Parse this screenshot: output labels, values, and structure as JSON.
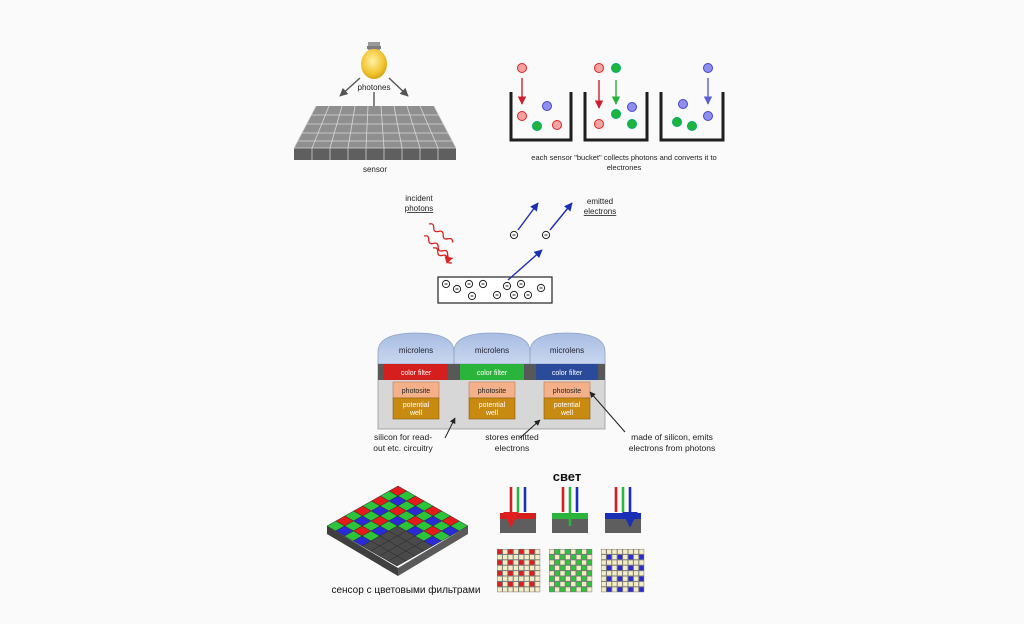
{
  "sensor_panel": {
    "photones_label": "photones",
    "sensor_label": "sensor"
  },
  "buckets_panel": {
    "caption_line1": "each sensor \"bucket\" collects photons and converts it to",
    "caption_line2": "electrones"
  },
  "photoelectric_panel": {
    "incident_line1": "incident",
    "incident_line2": "photons",
    "emitted_line1": "emitted",
    "emitted_line2": "electrons"
  },
  "pixel_panel": {
    "microlens_label": "microlens",
    "color_filter_label": "color filter",
    "photosite_label": "photosite",
    "potential_well_line1": "potential",
    "potential_well_line2": "well",
    "note_silicon_line1": "silicon for read-",
    "note_silicon_line2": "out etc. circuitry",
    "note_stores_line1": "stores emitted",
    "note_stores_line2": "electrons",
    "note_made_line1": "made of silicon, emits",
    "note_made_line2": "electrons from photons"
  },
  "bayer_panel": {
    "light_label": "свет",
    "sensor_caption": "сенсор с цветовыми  фильтрами"
  },
  "colors": {
    "red": "#e31b1b",
    "green": "#2bc43b",
    "blue": "#2b2bd6",
    "microlens": "#b9cbe8",
    "photosite": "#f4b089",
    "potential_well": "#c98a12",
    "silicon": "#d7d7d7",
    "arrow_blue": "#1b2fb5",
    "wave_red": "#e02020"
  }
}
